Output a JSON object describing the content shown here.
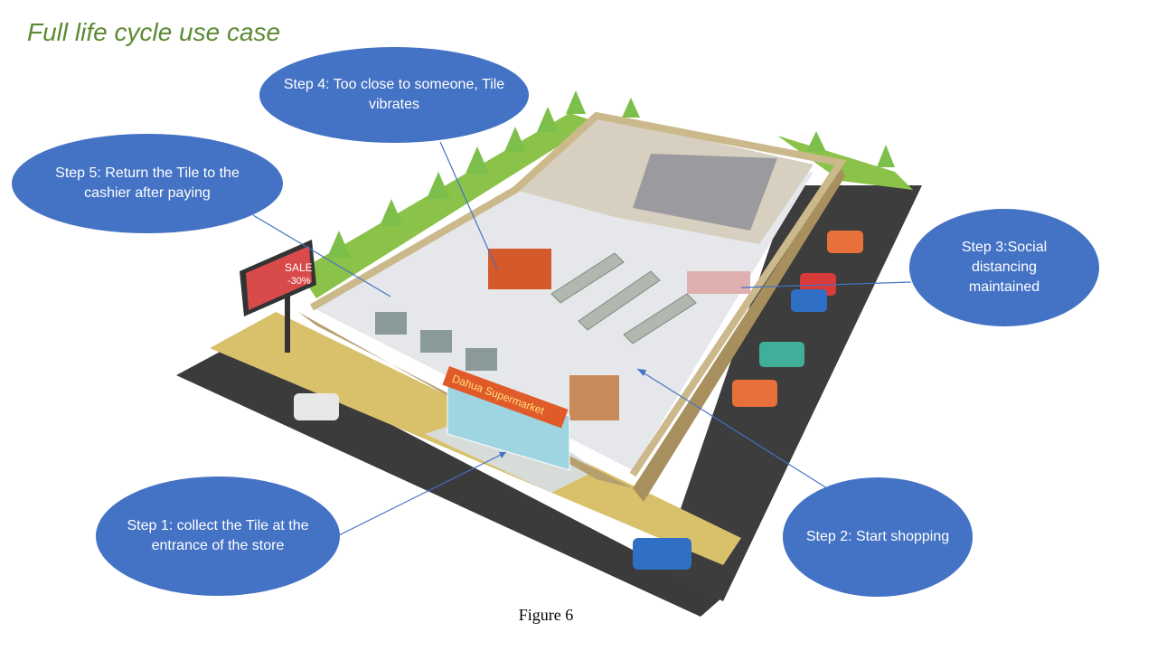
{
  "title": "Full life cycle use case",
  "caption": "Figure 6",
  "store_sign": "Dahua Supermarket",
  "billboard": {
    "line1": "SALE",
    "line2": "-30%"
  },
  "steps": [
    {
      "label": "Step 1: collect the Tile at the entrance of the store"
    },
    {
      "label": "Step 2: Start shopping"
    },
    {
      "label": "Step 3:Social distancing maintained"
    },
    {
      "label": "Step 4: Too close to someone, Tile vibrates"
    },
    {
      "label": "Step 5: Return the Tile to the cashier after paying"
    }
  ],
  "colors": {
    "bubble": "#4472c4",
    "title": "#5a8a32",
    "grass": "#8bc34a",
    "road": "#3a3a3a",
    "wall": "#cbb98c",
    "floor": "#e8e8ea"
  }
}
